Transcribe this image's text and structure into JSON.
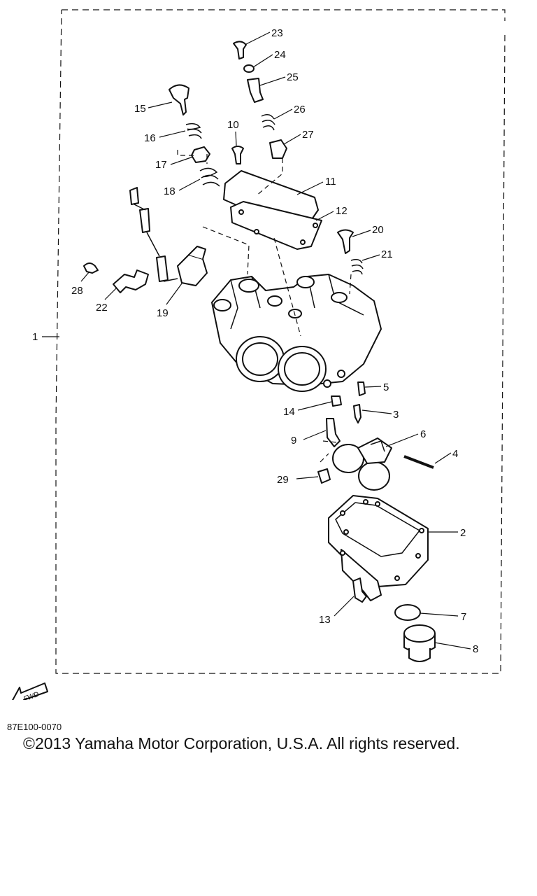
{
  "diagram": {
    "assembly_callout": "1",
    "callouts": [
      "2",
      "3",
      "4",
      "5",
      "6",
      "7",
      "8",
      "9",
      "10",
      "11",
      "12",
      "13",
      "14",
      "15",
      "16",
      "17",
      "18",
      "19",
      "20",
      "21",
      "22",
      "23",
      "24",
      "25",
      "26",
      "27",
      "28",
      "29"
    ],
    "forward_marker": "FWD"
  },
  "footer": {
    "diagram_code": "87E100-0070",
    "copyright": "©2013 Yamaha Motor Corporation, U.S.A. All rights reserved."
  }
}
